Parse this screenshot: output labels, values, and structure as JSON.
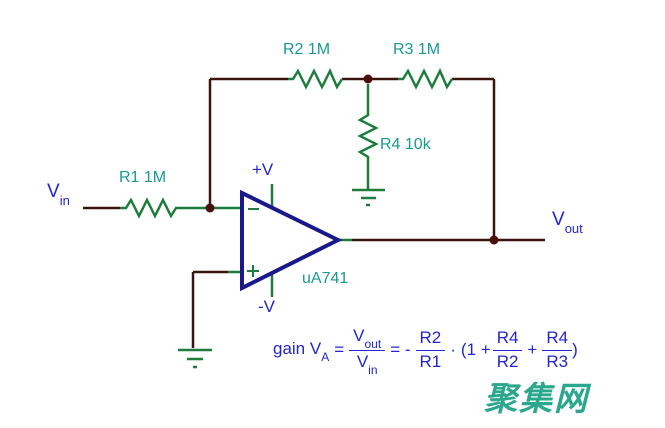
{
  "colors": {
    "wire": "#3a140e",
    "green": "#1e7d3c",
    "teal": "#189a92",
    "blue": "#2424cc",
    "navy": "#19198c",
    "dot": "#4a100a",
    "watermark": "#2aa78c"
  },
  "labels": {
    "vin": {
      "base": "V",
      "sub": "in"
    },
    "vout": {
      "base": "V",
      "sub": "out"
    },
    "r1": "R1 1M",
    "r2": "R2 1M",
    "r3": "R3 1M",
    "r4": "R4 10k",
    "plus_v": "+V",
    "minus_v": "-V",
    "opamp": "uA741",
    "minus_sign": "−",
    "plus_sign": "+"
  },
  "formula": {
    "prefix": "gain V",
    "prefix_sub": "A",
    "eq1": "=",
    "frac1": {
      "num": {
        "base": "V",
        "sub": "out"
      },
      "den": {
        "base": "V",
        "sub": "in"
      }
    },
    "eq2": "= -",
    "frac2": {
      "num": "R2",
      "den": "R1"
    },
    "mult": "·",
    "lparen": "(1 +",
    "frac3": {
      "num": "R4",
      "den": "R2"
    },
    "plus": "+",
    "frac4": {
      "num": "R4",
      "den": "R3"
    },
    "rparen": ")"
  },
  "watermark": "聚集网"
}
